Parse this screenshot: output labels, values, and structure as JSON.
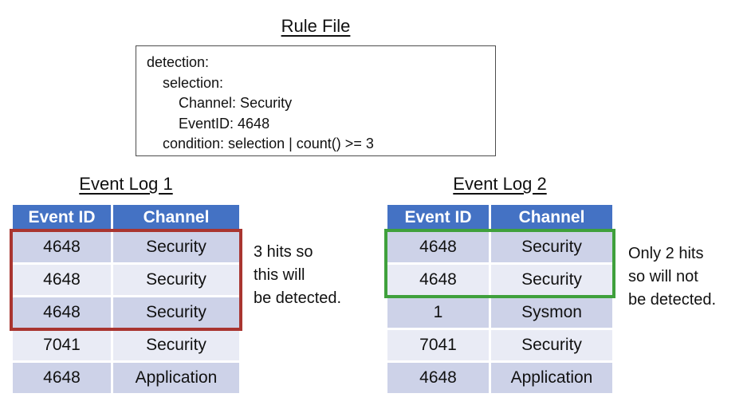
{
  "rule_file": {
    "title": "Rule File",
    "lines": [
      "detection:",
      "    selection:",
      "        Channel: Security",
      "        EventID: 4648",
      "    condition: selection | count() >= 3"
    ]
  },
  "logs": [
    {
      "title": "Event Log 1",
      "headers": [
        "Event ID",
        "Channel"
      ],
      "rows": [
        [
          "4648",
          "Security"
        ],
        [
          "4648",
          "Security"
        ],
        [
          "4648",
          "Security"
        ],
        [
          "7041",
          "Security"
        ],
        [
          "4648",
          "Application"
        ]
      ],
      "highlighted_row_count": 3,
      "annotation_lines": [
        "3 hits so",
        "this will",
        "be detected."
      ]
    },
    {
      "title": "Event Log 2",
      "headers": [
        "Event ID",
        "Channel"
      ],
      "rows": [
        [
          "4648",
          "Security"
        ],
        [
          "4648",
          "Security"
        ],
        [
          "1",
          "Sysmon"
        ],
        [
          "7041",
          "Security"
        ],
        [
          "4648",
          "Application"
        ]
      ],
      "highlighted_row_count": 2,
      "annotation_lines": [
        "Only 2 hits",
        "so will not",
        "be detected."
      ]
    }
  ],
  "colors": {
    "header_bg": "#4472C4",
    "header_text": "#FFFFFF",
    "row_dark": "#CDD2E8",
    "row_light": "#E9EBF5",
    "highlight_red": "#A93530",
    "highlight_green": "#3FA03C",
    "box_border": "#4D4D4D",
    "text": "#111111"
  }
}
